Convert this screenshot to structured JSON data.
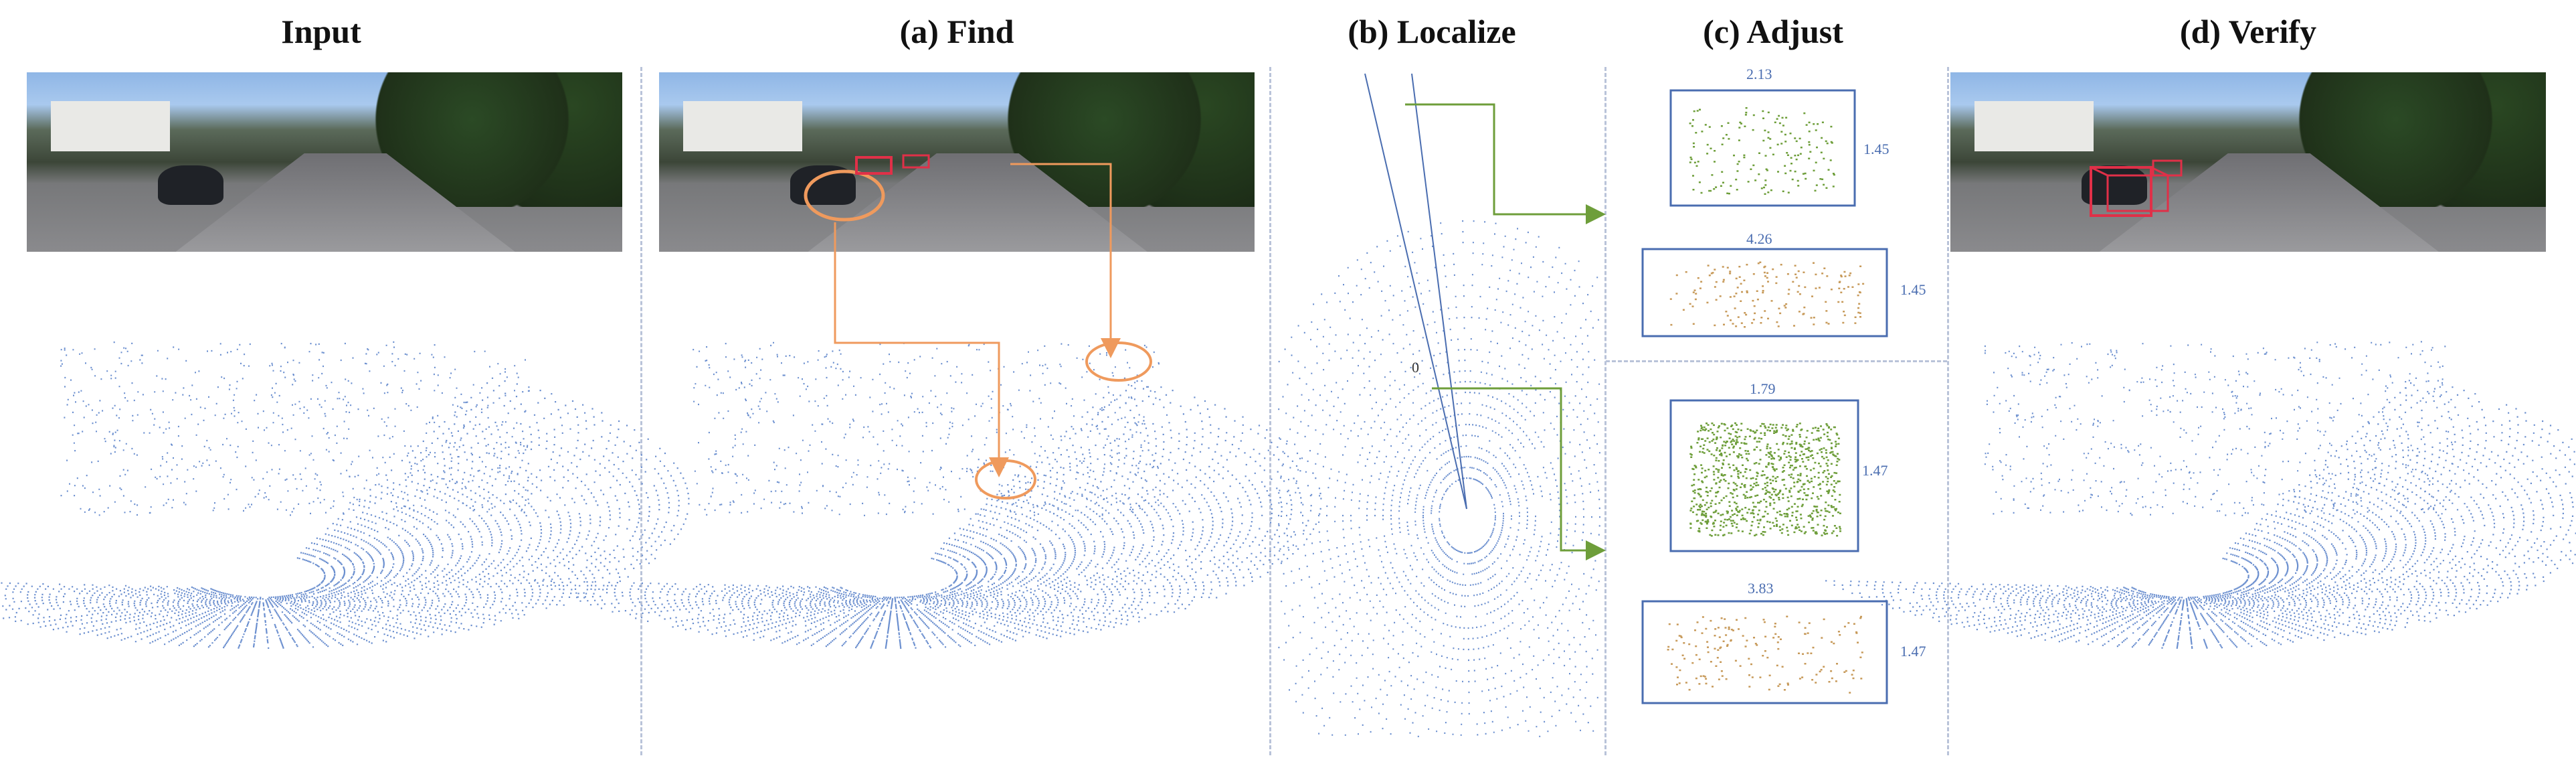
{
  "titles": {
    "input": "Input",
    "find": "(a) Find",
    "localize": "(b) Localize",
    "adjust": "(c) Adjust",
    "verify": "(d) Verify"
  },
  "adjust_boxes": [
    {
      "width_label": "2.13",
      "height_label": "1.45"
    },
    {
      "width_label": "4.26",
      "height_label": "1.45"
    },
    {
      "width_label": "1.79",
      "height_label": "1.47"
    },
    {
      "width_label": "3.83",
      "height_label": "1.47"
    }
  ],
  "localize_angle_label": "0",
  "colors": {
    "points": "#6b8fcf",
    "green": "#6e9e3a",
    "orange": "#ef9a5d",
    "red": "#e03048",
    "box_blue": "#4a6db0",
    "separator": "#b9c3d9"
  }
}
